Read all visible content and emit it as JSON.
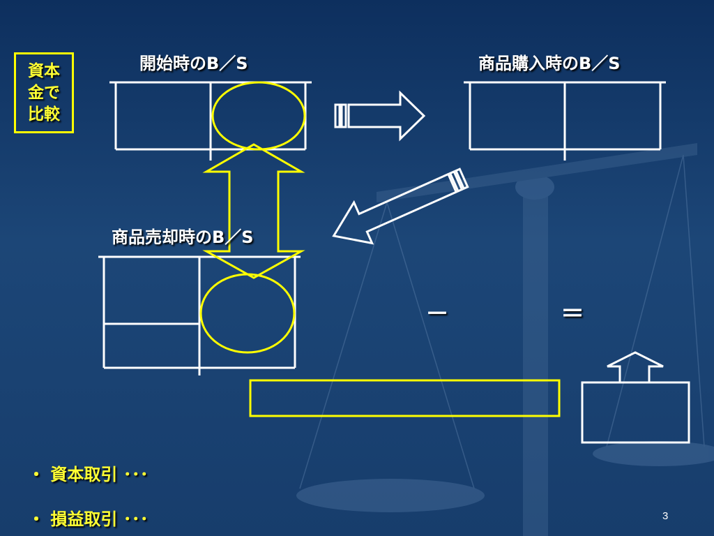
{
  "slide": {
    "capital_label": "資本\n金で\n比較",
    "bs_opening_title": "開始時のB／S",
    "bs_purchase_title": "商品購入時のB／S",
    "bs_sale_title": "商品売却時のB／S",
    "minus_sign": "－",
    "equals_sign": "＝",
    "bullets": [
      "・ 資本取引 ･･･",
      "・ 損益取引 ･･･"
    ],
    "page_number": "3"
  },
  "colors": {
    "highlight": "#ffff00",
    "line": "#ffffff",
    "background": "#1c4677"
  },
  "icons": [
    "scale-icon",
    "arrow-right-icon",
    "arrow-down-left-icon",
    "double-arrow-icon",
    "arrow-up-icon"
  ]
}
